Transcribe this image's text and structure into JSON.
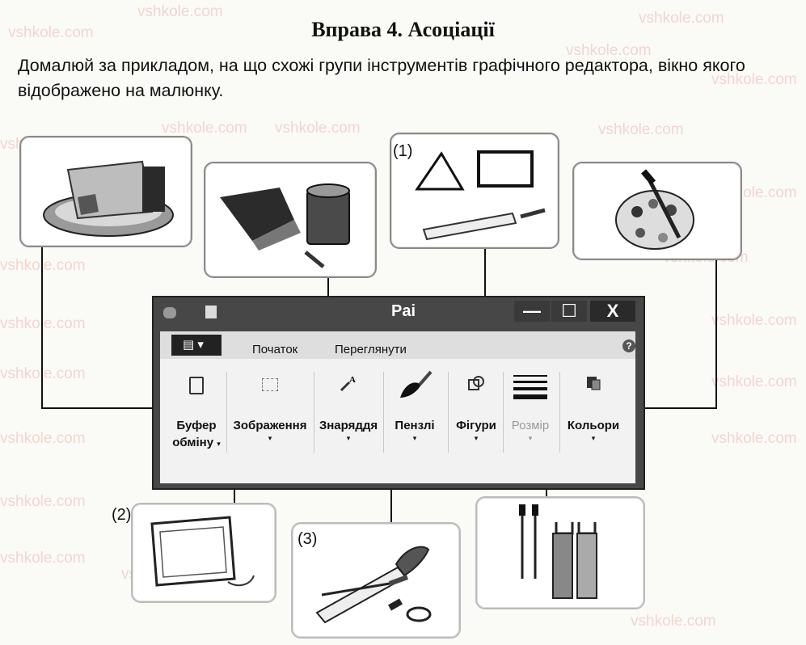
{
  "title": "Вправа 4. Асоціації",
  "task": "Домалюй за прикладом, на що схожі групи інструментів графічного редактора, вікно якого відображено на малюнку.",
  "watermark": "vshkole.com",
  "labels": {
    "one": "(1)",
    "two": "(2)",
    "three": "(3)"
  },
  "window": {
    "title": "Pai",
    "minimize": "—",
    "maximize": "☐",
    "close": "X",
    "help": "?",
    "app_button_icon": "▤ ▾",
    "tabs": [
      "Початок",
      "Переглянути"
    ],
    "groups": [
      {
        "line1": "Буфер",
        "line2": "обміну",
        "icon": "clipboard-icon",
        "arrow": "▾"
      },
      {
        "line1": "Зображення",
        "line2": "",
        "icon": "image-select-icon",
        "arrow": "▾"
      },
      {
        "line1": "Знаряддя",
        "line2": "",
        "icon": "tools-icon",
        "arrow": "▾"
      },
      {
        "line1": "Пензлі",
        "line2": "",
        "icon": "brush-icon",
        "arrow": "▾"
      },
      {
        "line1": "Фігури",
        "line2": "",
        "icon": "shapes-icon",
        "arrow": "▾"
      },
      {
        "line1": "Розмір",
        "line2": "",
        "icon": "size-lines-icon",
        "arrow": "▾"
      },
      {
        "line1": "Кольори",
        "line2": "",
        "icon": "palette-colors-icon",
        "arrow": "▾"
      }
    ]
  },
  "pictures": [
    "paper-tray-icon",
    "paint-bucket-icon",
    "triangle-rectangle-ruler-icon",
    "artist-palette-icon",
    "picture-frame-icon",
    "brushes-icon",
    "rollers-icon"
  ],
  "colors": {
    "ink": "#111111",
    "watermark": "#e88c78",
    "window_frame": "#474747"
  }
}
